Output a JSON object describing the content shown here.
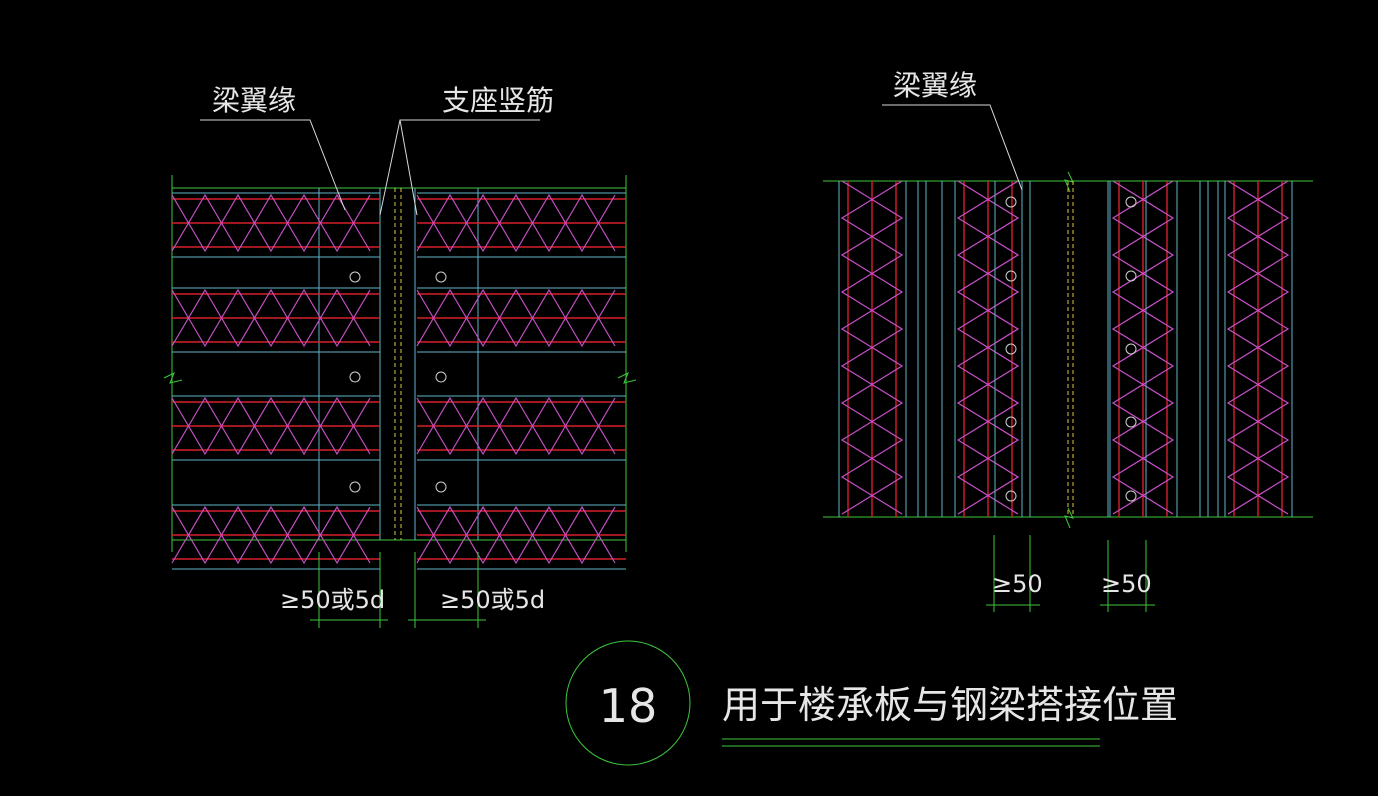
{
  "labels": {
    "left_flange": "梁翼缘",
    "support_bar": "支座竖筋",
    "right_flange": "梁翼缘",
    "dim_left_1": "≥50或5d",
    "dim_left_2": "≥50或5d",
    "dim_right_1": "≥50",
    "dim_right_2": "≥50"
  },
  "title_block": {
    "number": "18",
    "title": "用于楼承板与钢梁搭接位置"
  },
  "colors": {
    "background": "#000000",
    "edge_green": "#3cc83c",
    "rib_cyan": "#5fb3c8",
    "rebar_red": "#d8202a",
    "truss_magenta": "#c850c8",
    "support_yellow": "#d8c830",
    "text": "#e6e6e6"
  }
}
